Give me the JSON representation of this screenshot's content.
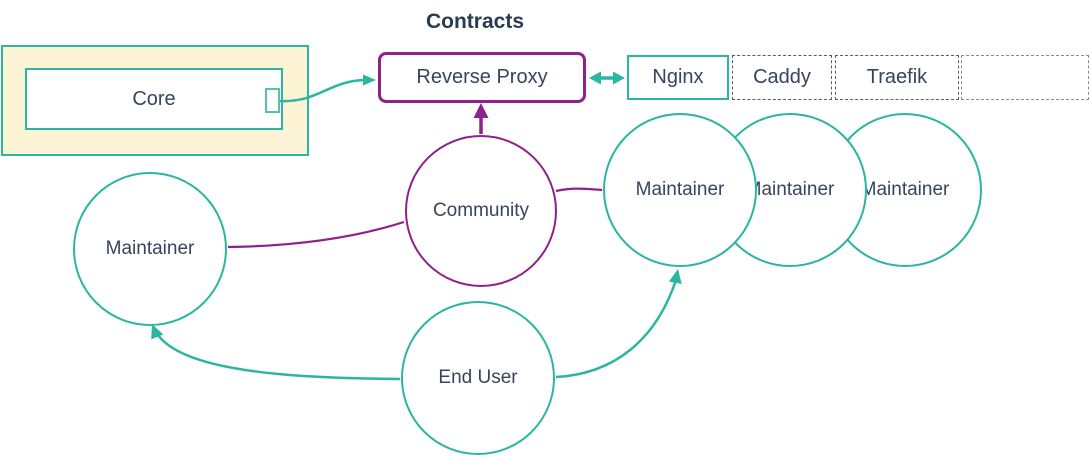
{
  "title": "Contracts",
  "palette": {
    "teal": "#2ab6a0",
    "purple": "#8f218d",
    "text": "#36455e",
    "title_text": "#2b3a52",
    "group_fill": "#fcf4d4",
    "dashed_border": "#5c5c5c"
  },
  "nodes": {
    "core": {
      "label": "Core"
    },
    "reverse_proxy": {
      "label": "Reverse Proxy"
    },
    "proxy_row": {
      "cells": [
        {
          "label": "Nginx",
          "style": "solid-teal"
        },
        {
          "label": "Caddy",
          "style": "dashed"
        },
        {
          "label": "Traefik",
          "style": "dashed"
        },
        {
          "label": "",
          "style": "dashed-empty"
        }
      ]
    },
    "community": {
      "label": "Community"
    },
    "maintainer_left": {
      "label": "Maintainer"
    },
    "maintainers_right": [
      {
        "label": "Maintainer"
      },
      {
        "label": "Maintainer"
      },
      {
        "label": "Maintainer"
      }
    ],
    "end_user": {
      "label": "End User"
    }
  },
  "edges": [
    {
      "from": "Core",
      "to": "Reverse Proxy",
      "style": "arrow",
      "color": "teal"
    },
    {
      "from": "Reverse Proxy",
      "to": "Nginx",
      "style": "double-arrow",
      "color": "teal"
    },
    {
      "from": "Community",
      "to": "Reverse Proxy",
      "style": "arrow",
      "color": "purple"
    },
    {
      "from": "Community",
      "to": "Maintainer (left)",
      "style": "line",
      "color": "purple"
    },
    {
      "from": "Community",
      "to": "Maintainer (right)",
      "style": "line",
      "color": "purple"
    },
    {
      "from": "End User",
      "to": "Maintainer (left)",
      "style": "arrow",
      "color": "teal"
    },
    {
      "from": "End User",
      "to": "Maintainer (right)",
      "style": "arrow",
      "color": "teal"
    }
  ]
}
